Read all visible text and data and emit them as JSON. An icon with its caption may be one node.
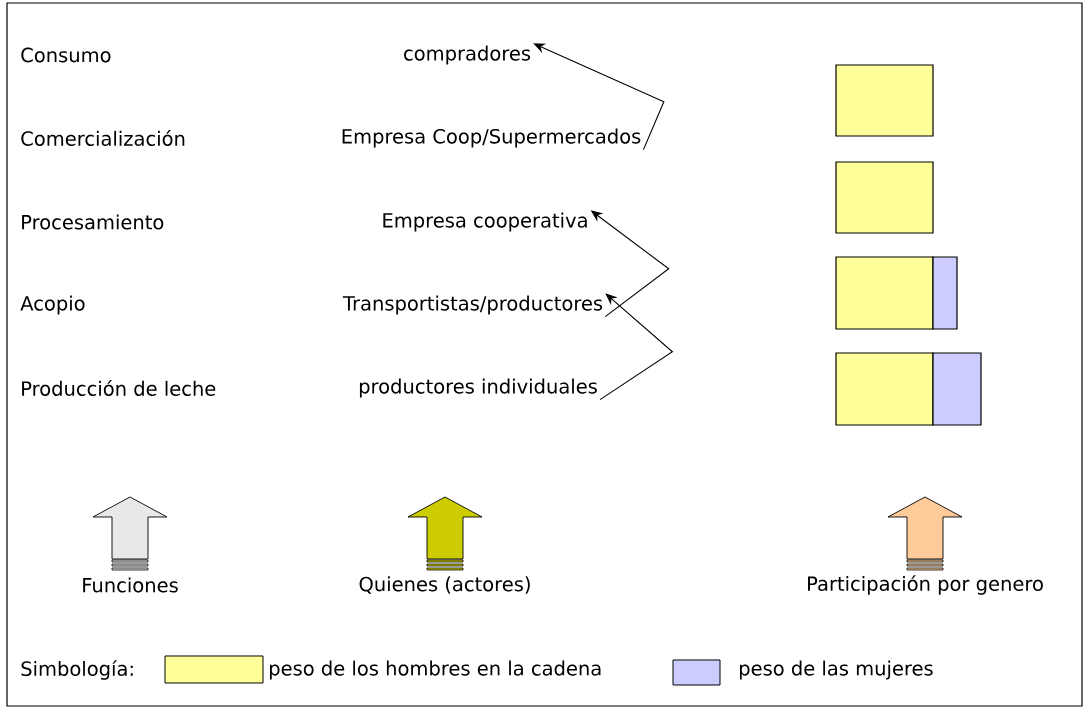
{
  "diagram": {
    "nodes": [
      {
        "text": [
          "compradores"
        ]
      },
      {
        "text": [
          "Empresa Coop/Supermercados"
        ]
      },
      {
        "text": [
          "Empresa cooperativa"
        ]
      },
      {
        "text": [
          "Transportistas/productores"
        ]
      },
      {
        "text": [
          "productores individuales"
        ]
      },
      {
        "text": [],
        "shape": "bar"
      },
      {
        "text": [],
        "shape": "bar"
      },
      {
        "text": [],
        "shape": "bar"
      },
      {
        "text": [],
        "shape": "bar"
      },
      {
        "text": [],
        "shape": "bar"
      },
      {
        "text": [],
        "shape": "bar"
      },
      {
        "text": [
          "Funciones"
        ]
      },
      {
        "text": [
          "Quienes (actores)"
        ]
      },
      {
        "text": [
          "Participación por genero"
        ]
      }
    ],
    "edges": [
      {
        "from": 4,
        "to": 3,
        "arrow": "to"
      },
      {
        "from": 3,
        "to": 2,
        "arrow": "to"
      },
      {
        "from": 1,
        "to": 0,
        "arrow": "to"
      }
    ],
    "labels": [
      "Consumo",
      "Comercialización",
      "Procesamiento",
      "Acopio",
      "Producción de leche",
      "Simbología:"
    ],
    "legend": [
      {
        "text": "peso de los hombres en la cadena",
        "color": "#ffff99"
      },
      {
        "text": "peso de las mujeres",
        "color": "#ccccff"
      }
    ]
  }
}
